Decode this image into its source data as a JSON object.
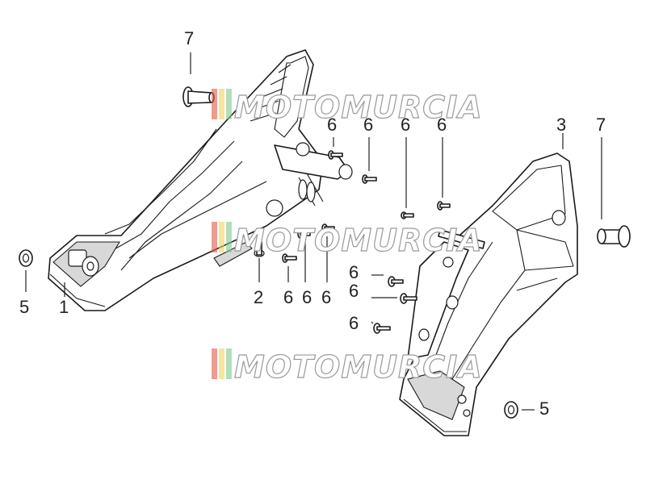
{
  "callouts": {
    "c1": "1",
    "c2": "2",
    "c3": "3",
    "c5_left": "5",
    "c5_right": "5",
    "c7_left": "7",
    "c7_right": "7",
    "c6_top_a": "6",
    "c6_top_b": "6",
    "c6_top_c": "6",
    "c6_top_d": "6",
    "c6_bottom_a": "6",
    "c6_bottom_b": "6",
    "c6_bottom_c": "6",
    "c6_mid_a": "6",
    "c6_mid_b": "6",
    "c6_mid_c": "6"
  },
  "watermark": {
    "text": "MOTOMURCIA",
    "colors": {
      "red": "#e05a4a",
      "yellow": "#f2d35c",
      "green": "#7fc88a"
    }
  }
}
